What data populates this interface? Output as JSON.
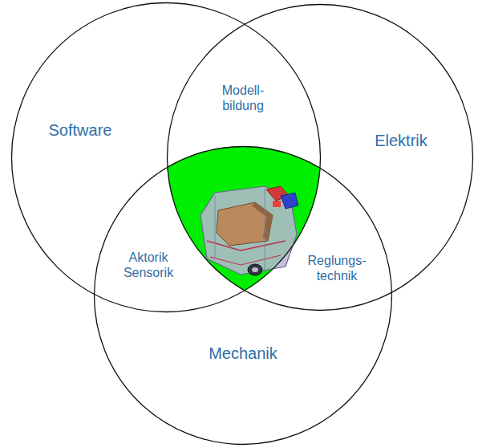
{
  "diagram": {
    "nodes": [
      {
        "text": [
          "Software"
        ]
      },
      {
        "text": [
          "Elektrik"
        ]
      },
      {
        "text": [
          "Mechanik"
        ]
      }
    ],
    "labels": [
      "Modell- bildung",
      "Aktorik Sensorik",
      "Reglungs- technik"
    ]
  }
}
